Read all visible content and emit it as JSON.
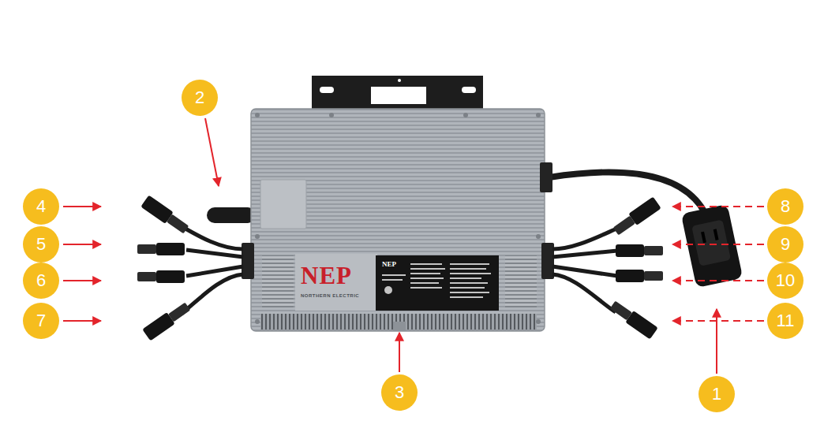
{
  "diagram": {
    "nodes": [
      {
        "text": [
          "2"
        ]
      },
      {
        "text": [
          "4"
        ]
      },
      {
        "text": [
          "8"
        ]
      },
      {
        "text": [
          "5"
        ]
      },
      {
        "text": [
          "9"
        ]
      },
      {
        "text": [
          "6"
        ]
      },
      {
        "text": [
          "10"
        ]
      },
      {
        "text": [
          "7"
        ]
      },
      {
        "text": [
          "11"
        ]
      },
      {
        "text": [
          "3"
        ]
      },
      {
        "text": [
          "1"
        ]
      }
    ],
    "labels": [
      "NEP",
      "NORTHERN ELECTRIC",
      "NEP"
    ]
  }
}
